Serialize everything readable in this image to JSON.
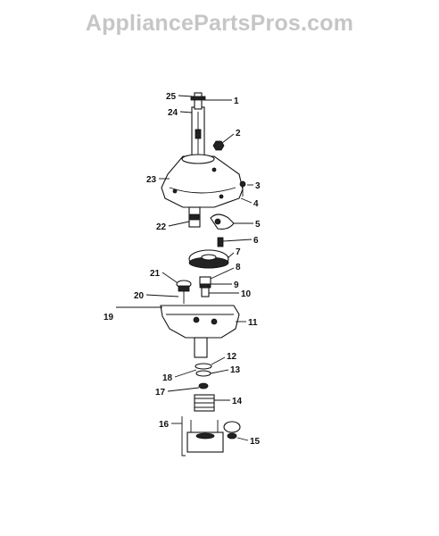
{
  "watermark": "AppliancePartsPros.com",
  "callouts": [
    "1",
    "2",
    "3",
    "4",
    "5",
    "6",
    "7",
    "8",
    "9",
    "10",
    "11",
    "12",
    "13",
    "14",
    "15",
    "16",
    "17",
    "18",
    "19",
    "20",
    "21",
    "22",
    "23",
    "24",
    "25"
  ],
  "colors": {
    "ink": "#111111",
    "watermark": "#c6c6c6",
    "background": "#ffffff"
  }
}
